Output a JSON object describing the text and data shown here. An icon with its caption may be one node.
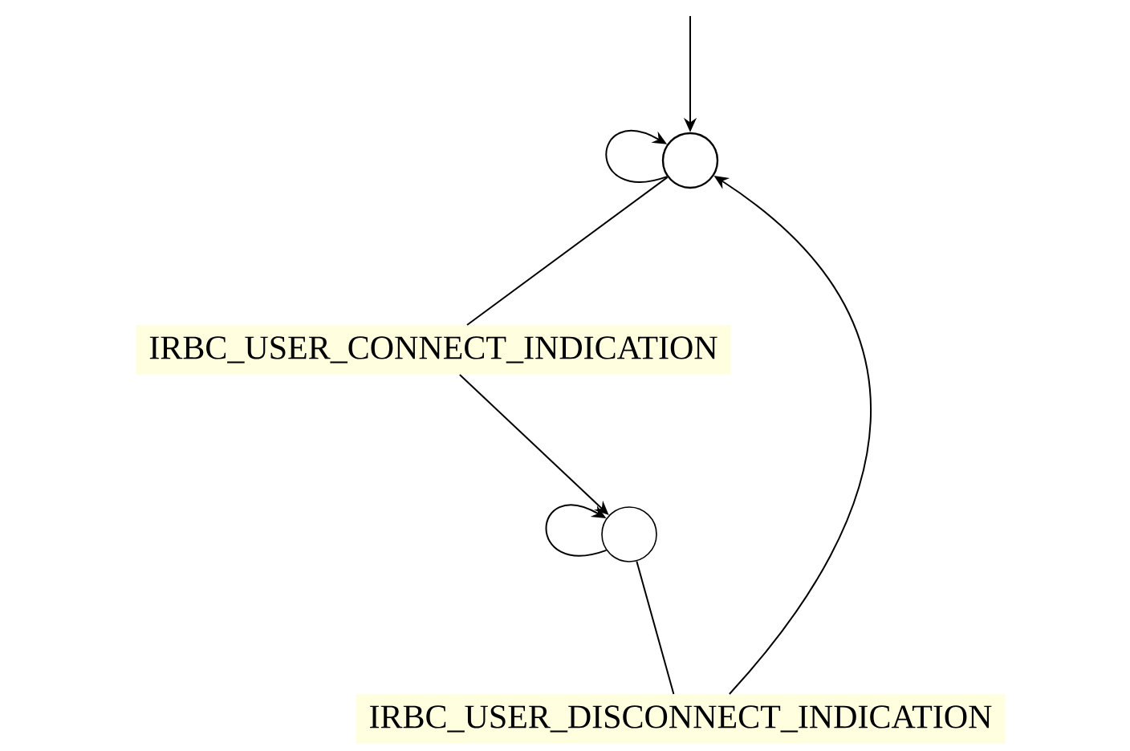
{
  "diagram": {
    "nodes": [
      {
        "text": [],
        "shape": "circle"
      },
      {
        "text": [
          "IRBC_USER_CONNECT_INDICATION"
        ]
      },
      {
        "text": [],
        "shape": "circle"
      },
      {
        "text": [
          "IRBC_USER_DISCONNECT_INDICATION"
        ]
      }
    ],
    "edges": [
      {
        "from": null,
        "to": 0,
        "arrow": "to"
      },
      {
        "from": 0,
        "to": 0,
        "arrow": "to"
      },
      {
        "from": 0,
        "to": 1,
        "arrow": "none"
      },
      {
        "from": 1,
        "to": 2,
        "arrow": "to"
      },
      {
        "from": 2,
        "to": 2,
        "arrow": "to"
      },
      {
        "from": 2,
        "to": 3,
        "arrow": "none"
      },
      {
        "from": 3,
        "to": 0,
        "arrow": "to"
      }
    ]
  }
}
